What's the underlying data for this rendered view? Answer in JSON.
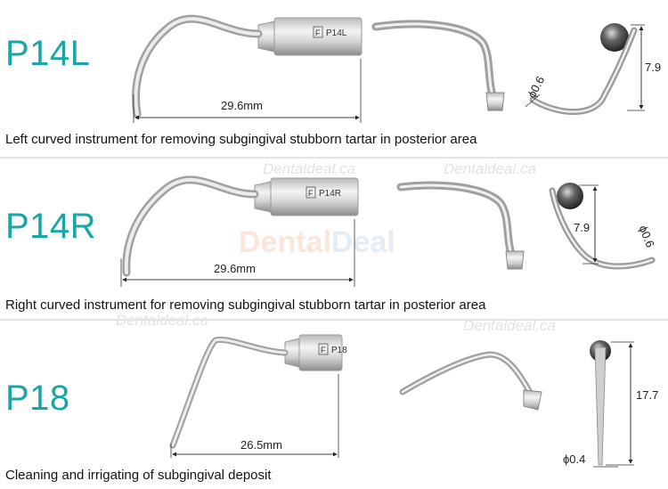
{
  "watermarks": {
    "small": "Dentaldeal.ca",
    "big_part1": "Dental",
    "big_part2": "Deal"
  },
  "items": [
    {
      "code": "P14L",
      "handle_label": "P14L",
      "length_label": "29.6mm",
      "diameter_label": "ϕ0.6",
      "height_label": "7.9",
      "description": "Left curved instrument for removing subgingival stubborn tartar in posterior area"
    },
    {
      "code": "P14R",
      "handle_label": "P14R",
      "length_label": "29.6mm",
      "diameter_label": "ϕ0.6",
      "height_label": "7.9",
      "description": "Right curved instrument for removing subgingival stubborn tartar in posterior area"
    },
    {
      "code": "P18",
      "handle_label": "P18",
      "length_label": "26.5mm",
      "diameter_label": "ϕ0.4",
      "height_label": "17.7",
      "description": "Cleaning and irrigating of subgingival deposit"
    }
  ],
  "handle_badge": "F",
  "colors": {
    "code": "#1aa6a6",
    "metal_light": "#e8e8e8",
    "metal_dark": "#8a8a8a"
  }
}
